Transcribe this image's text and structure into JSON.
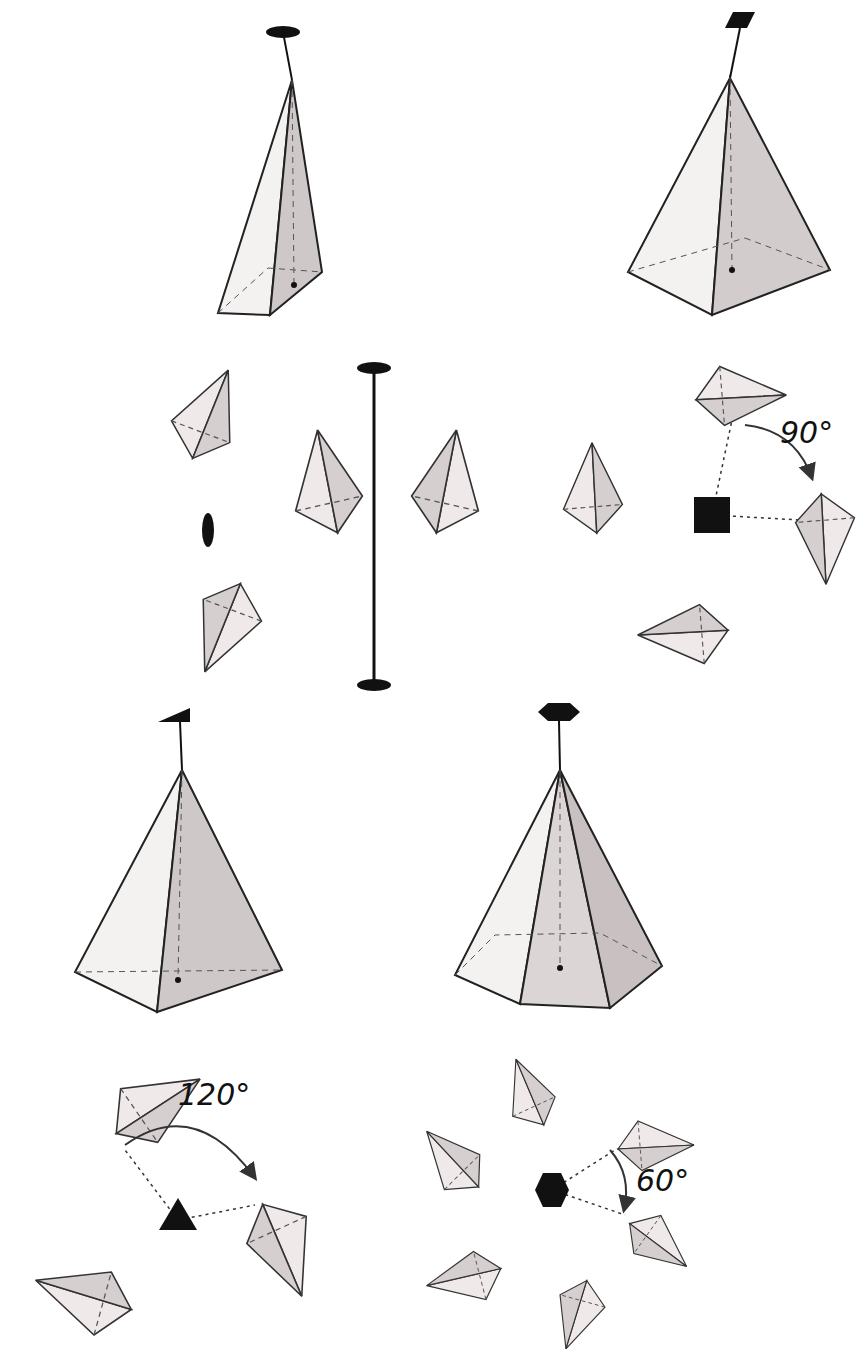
{
  "diagram": {
    "labels": [
      "90°",
      "120°",
      "60°"
    ]
  }
}
